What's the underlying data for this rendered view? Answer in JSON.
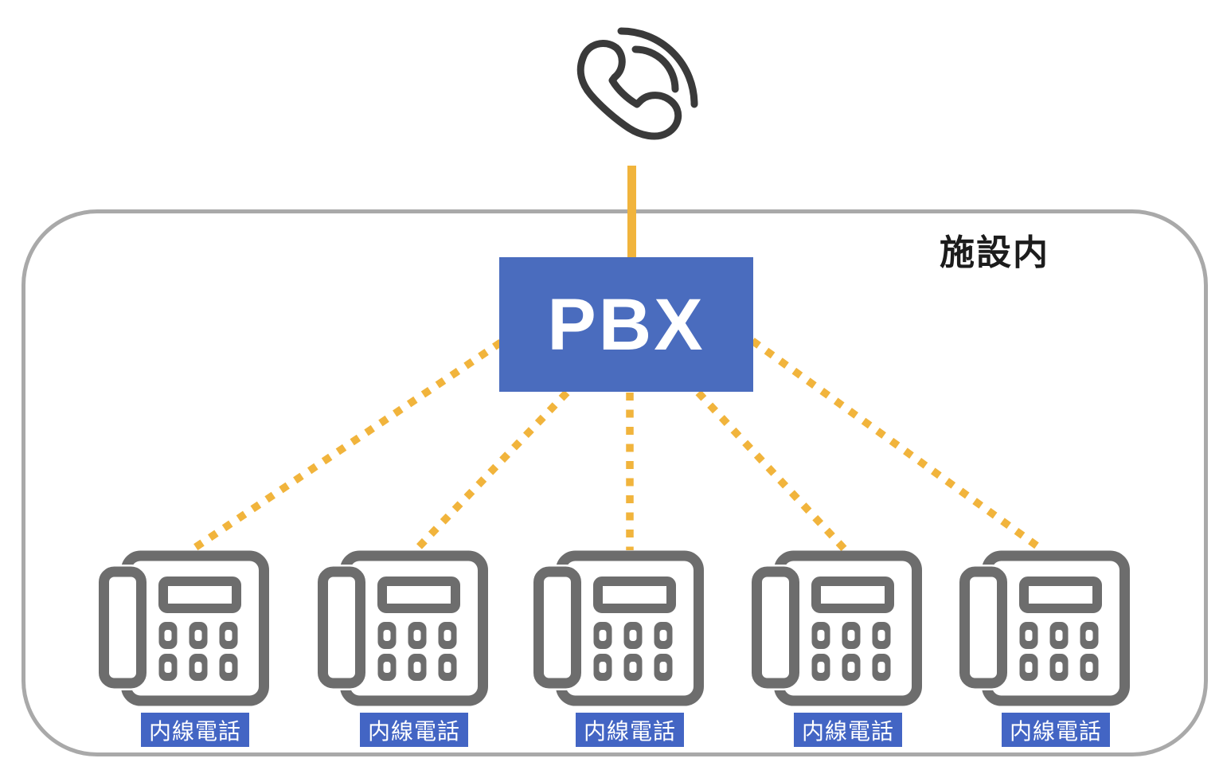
{
  "diagram": {
    "facility_label": "施設内",
    "pbx_label": "PBX",
    "phones": [
      {
        "label": "内線電話"
      },
      {
        "label": "内線電話"
      },
      {
        "label": "内線電話"
      },
      {
        "label": "内線電話"
      },
      {
        "label": "内線電話"
      }
    ]
  },
  "icons": {
    "external_call": "phone-call-icon",
    "extension_phone": "desk-phone-icon"
  },
  "colors": {
    "line_yellow": "#f1b43c",
    "pbx_blue": "#4a6cbe",
    "label_blue": "#4365c4",
    "phone_gray": "#6d6d6d",
    "facility_border_gray": "#a9a9a9",
    "call_icon_dark": "#3a3a3a"
  }
}
